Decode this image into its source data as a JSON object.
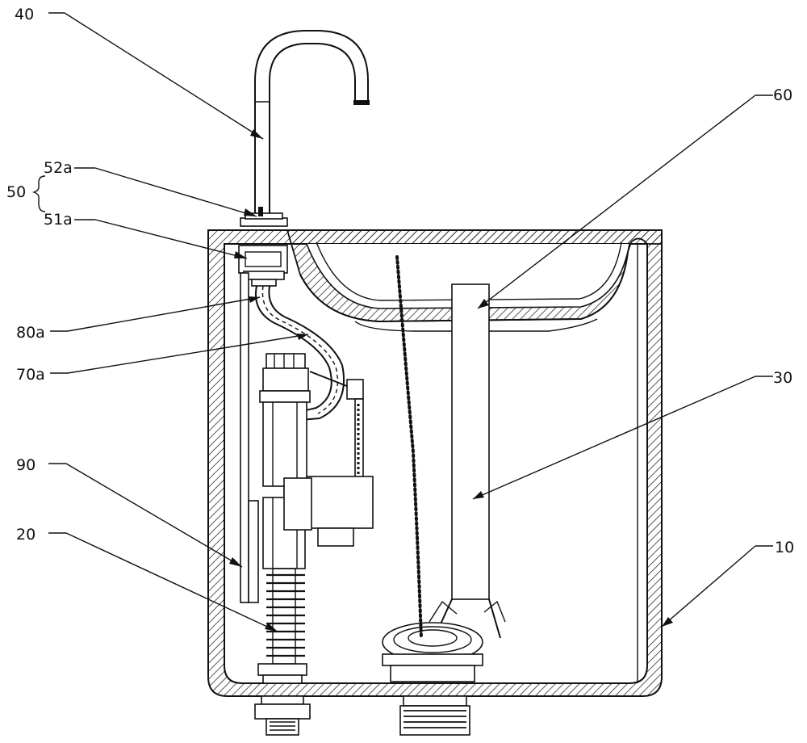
{
  "diagram": {
    "labels": {
      "faucet": "40",
      "group": "50",
      "sub_upper": "52a",
      "sub_lower": "51a",
      "basin": "60",
      "tube_a": "80a",
      "tube_b": "70a",
      "overflow": "30",
      "rod": "90",
      "valve": "20",
      "tank": "10"
    }
  }
}
